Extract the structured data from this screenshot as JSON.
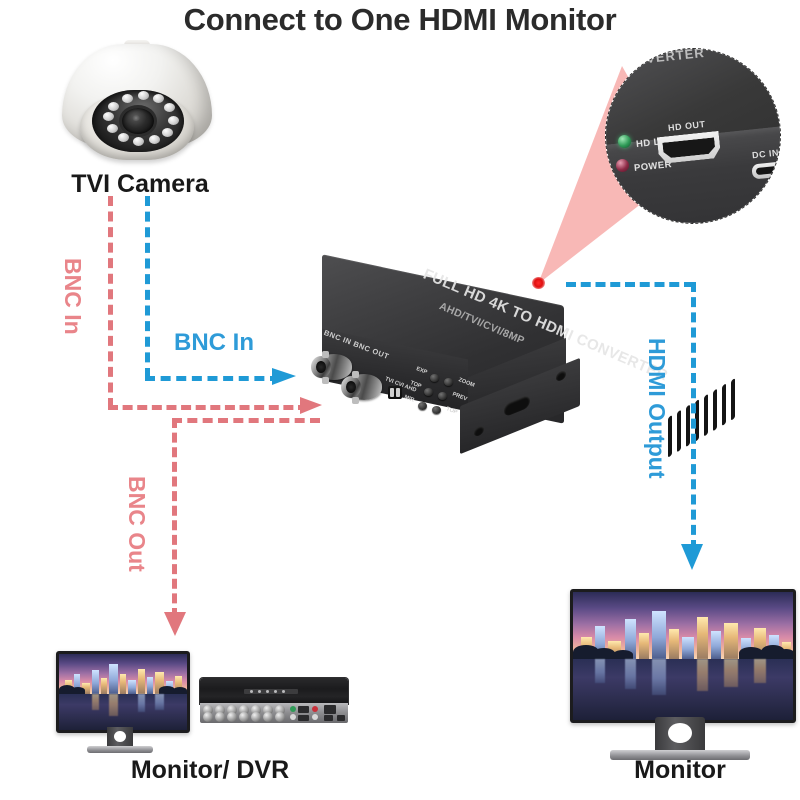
{
  "title": "Connect to One HDMI Monitor",
  "colors": {
    "pink": "#e9858a",
    "pink_line": "#e1777d",
    "blue": "#2e9bd8",
    "blue_line": "#1f9ad6",
    "title": "#2b2b2b",
    "label": "#191919",
    "led_green": "#2f9a57",
    "led_red": "#8d2a46",
    "laser": "#e01010"
  },
  "devices": {
    "camera": {
      "label": "TVI  Camera",
      "type": "dome-camera"
    },
    "converter": {
      "brand_text": "FULL HD 4K TO HDMI CONVERTER",
      "model_text": "AHD/TVI/CVI/8MP",
      "bnc_port_text": "BNC IN    BNC OUT",
      "switch_text": "TVI  CVI  AHD",
      "buttons": [
        {
          "label": "EXP"
        },
        {
          "label": "TOP"
        },
        {
          "label": "MIR"
        },
        {
          "label": "ZOOM"
        },
        {
          "label": "PREV"
        },
        {
          "label": "TOP"
        }
      ]
    },
    "monitor_dvr": {
      "label": "Monitor/ DVR"
    },
    "monitor": {
      "label": "Monitor"
    }
  },
  "inset": {
    "caption_top": "CONVERTER",
    "led_hd_link": "HD LINK",
    "led_power": "POWER",
    "port_hd_out": "HD OUT",
    "port_dc_in": "DC IN"
  },
  "connections": [
    {
      "id": "bnc-in-pink",
      "label": "BNC In",
      "color": "#e9858a",
      "orientation": "vertical",
      "from": "TVI Camera",
      "to": "Converter BNC IN"
    },
    {
      "id": "bnc-in-blue",
      "label": "BNC In",
      "color": "#2e9bd8",
      "orientation": "horizontal",
      "from": "TVI Camera",
      "to": "Converter BNC IN"
    },
    {
      "id": "bnc-out-pink",
      "label": "BNC Out",
      "color": "#e9858a",
      "orientation": "vertical",
      "from": "Converter BNC OUT",
      "to": "Monitor/ DVR"
    },
    {
      "id": "hdmi-out-blue",
      "label": "HDMI Output",
      "color": "#2e9bd8",
      "orientation": "vertical",
      "from": "Converter HD OUT",
      "to": "Monitor"
    }
  ]
}
